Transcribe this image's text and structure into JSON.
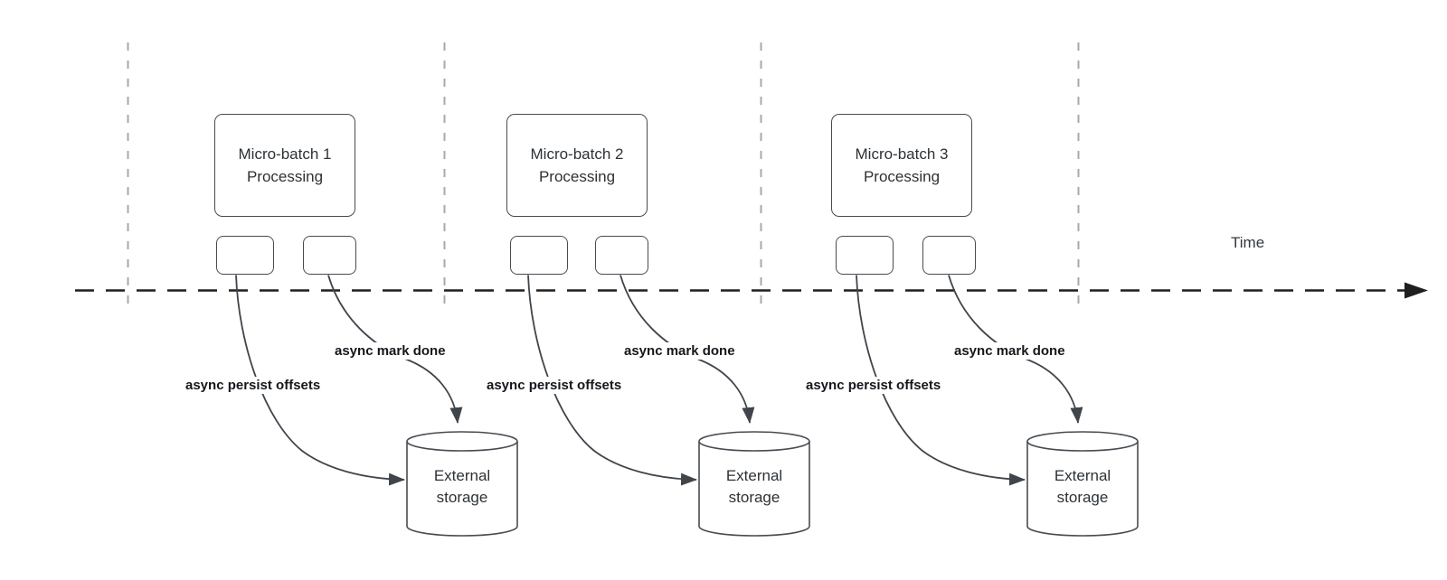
{
  "time_axis_label": "Time",
  "groups": [
    {
      "title": "Micro-batch 1\nProcessing",
      "persist_label": "async persist offsets",
      "mark_label": "async mark done",
      "storage_label": "External\nstorage"
    },
    {
      "title": "Micro-batch 2\nProcessing",
      "persist_label": "async persist offsets",
      "mark_label": "async mark done",
      "storage_label": "External\nstorage"
    },
    {
      "title": "Micro-batch 3\nProcessing",
      "persist_label": "async persist offsets",
      "mark_label": "async mark done",
      "storage_label": "External\nstorage"
    }
  ],
  "colors": {
    "background": "#ffffff",
    "divider_dash": "#a8a8ac",
    "time_axis": "#1f1f1f",
    "shape_stroke": "#474c52",
    "node_text": "#2d3236",
    "edge_label_text": "#14181c"
  }
}
